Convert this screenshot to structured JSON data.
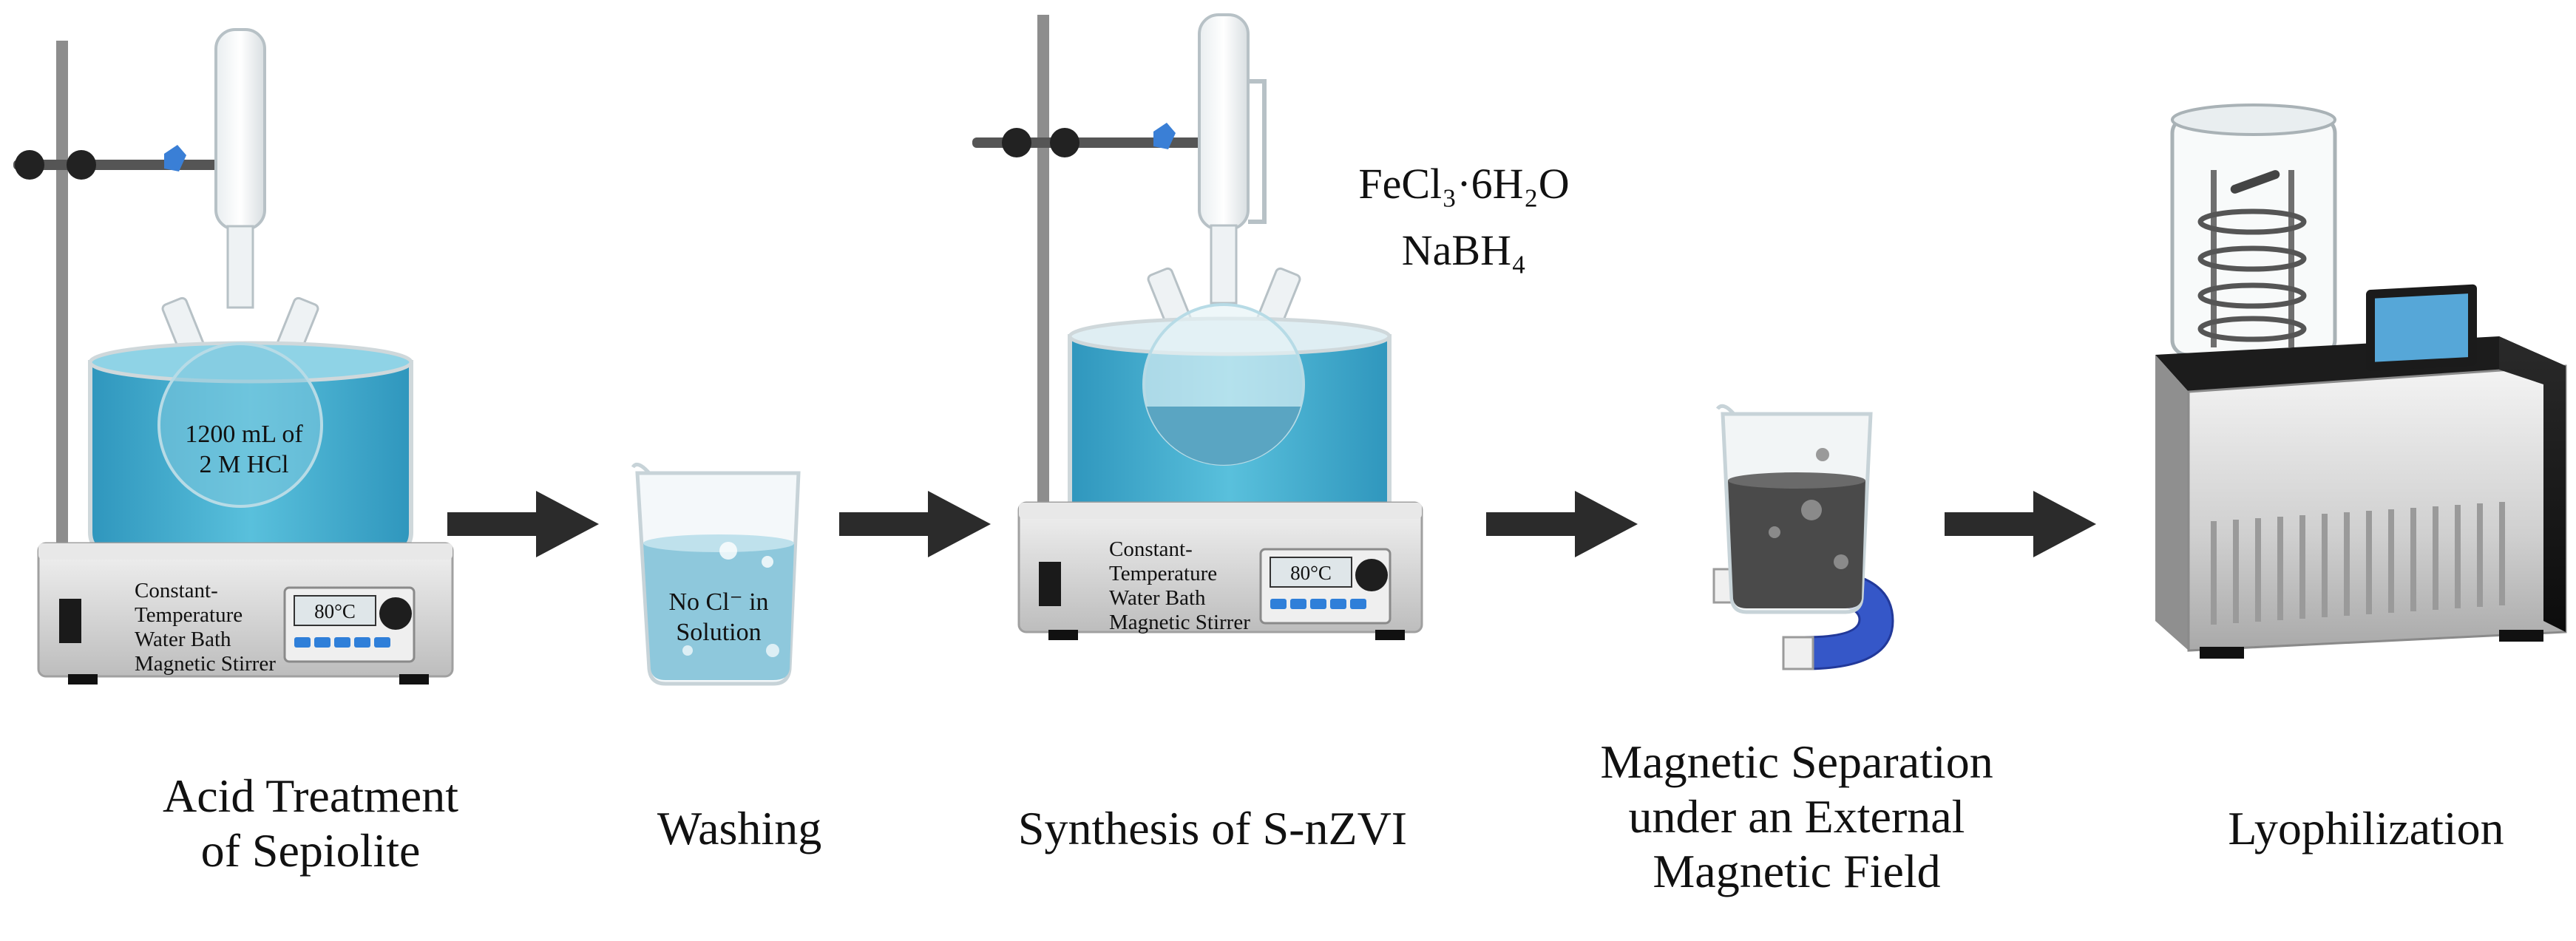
{
  "stages": [
    {
      "lines": [
        "Acid Treatment",
        "of Sepiolite"
      ]
    },
    {
      "lines": [
        "Washing"
      ]
    },
    {
      "lines": [
        "Synthesis of S-nZVI"
      ]
    },
    {
      "lines": [
        "Magnetic Separation",
        "under an External",
        "Magnetic Field"
      ]
    },
    {
      "lines": [
        "Lyophilization"
      ]
    }
  ],
  "bath1": {
    "label": "1200 mL of\n2 M HCl",
    "display": "80°C",
    "panel": [
      "Constant-",
      "Temperature",
      "Water Bath",
      "Magnetic Stirrer"
    ]
  },
  "beaker": {
    "label": "No Cl⁻ in\nSolution"
  },
  "bath2": {
    "display": "80°C",
    "panel": [
      "Constant-",
      "Temperature",
      "Water Bath",
      "Magnetic Stirrer"
    ]
  },
  "reagents": {
    "line1": "FeCl₃·6H₂O",
    "line2": "NaBH₄"
  },
  "colors": {
    "water": "#3ea6c8",
    "arrow": "#2b2b2b",
    "stand": "#8d8d8d",
    "device": "#d9d9d9",
    "magnet": "#3557c8",
    "button": "#2f7fd9"
  }
}
